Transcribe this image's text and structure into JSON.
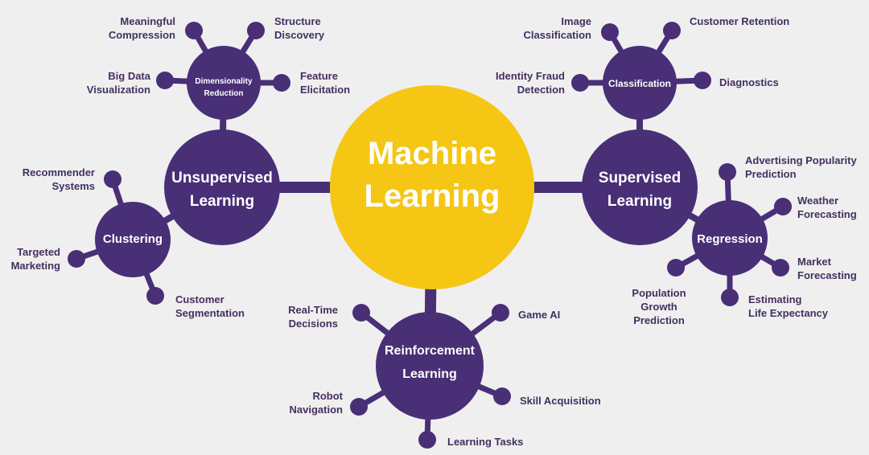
{
  "colors": {
    "background": "#efefef",
    "hub": "#f5c613",
    "hub_text": "#ffffff",
    "node": "#482f76",
    "node_text": "#ffffff",
    "label_text": "#43305f"
  },
  "center": {
    "title_line1": "Machine",
    "title_line2": "Learning"
  },
  "branches": {
    "unsupervised": {
      "title_line1": "Unsupervised",
      "title_line2": "Learning",
      "dimensionality": {
        "title_line1": "Dimensionality",
        "title_line2": "Reduction",
        "leaves": {
          "meaningful_compression": [
            "Meaningful",
            "Compression"
          ],
          "structure_discovery": [
            "Structure",
            "Discovery"
          ],
          "big_data_visualization": [
            "Big Data",
            "Visualization"
          ],
          "feature_elicitation": [
            "Feature",
            "Elicitation"
          ]
        }
      },
      "clustering": {
        "title": "Clustering",
        "leaves": {
          "recommender_systems": [
            "Recommender",
            "Systems"
          ],
          "targeted_marketing": [
            "Targeted",
            "Marketing"
          ],
          "customer_segmentation": [
            "Customer",
            "Segmentation"
          ]
        }
      }
    },
    "supervised": {
      "title_line1": "Supervised",
      "title_line2": "Learning",
      "classification": {
        "title": "Classification",
        "leaves": {
          "image_classification": [
            "Image",
            "Classification"
          ],
          "customer_retention": [
            "Customer Retention"
          ],
          "identity_fraud_detection": [
            "Identity Fraud",
            "Detection"
          ],
          "diagnostics": [
            "Diagnostics"
          ]
        }
      },
      "regression": {
        "title": "Regression",
        "leaves": {
          "advertising_popularity_prediction": [
            "Advertising Popularity",
            "Prediction"
          ],
          "weather_forecasting": [
            "Weather",
            "Forecasting"
          ],
          "market_forecasting": [
            "Market",
            "Forecasting"
          ],
          "estimating_life_expectancy": [
            "Estimating",
            "Life Expectancy"
          ],
          "population_growth_prediction": [
            "Population",
            "Growth",
            "Prediction"
          ]
        }
      }
    },
    "reinforcement": {
      "title_line1": "Reinforcement",
      "title_line2": "Learning",
      "leaves": {
        "real_time_decisions": [
          "Real-Time",
          "Decisions"
        ],
        "game_ai": [
          "Game AI"
        ],
        "robot_navigation": [
          "Robot",
          "Navigation"
        ],
        "skill_acquisition": [
          "Skill Acquisition"
        ],
        "learning_tasks": [
          "Learning Tasks"
        ]
      }
    }
  }
}
